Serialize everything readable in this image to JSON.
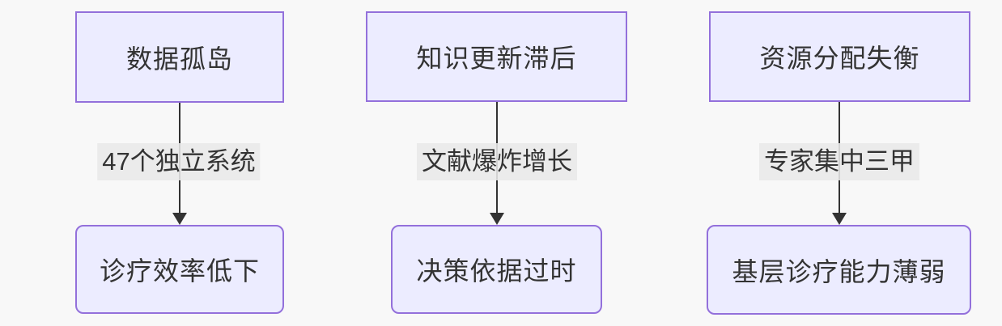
{
  "diagram": {
    "type": "flowchart",
    "direction": "top-down",
    "columns": [
      {
        "top": "数据孤岛",
        "edge_label": "47个独立系统",
        "bottom": "诊疗效率低下"
      },
      {
        "top": "知识更新滞后",
        "edge_label": "文献爆炸增长",
        "bottom": "决策依据过时"
      },
      {
        "top": "资源分配失衡",
        "edge_label": "专家集中三甲",
        "bottom": "基层诊疗能力薄弱"
      }
    ],
    "colors": {
      "background": "#F8F8F8",
      "node_fill": "#ECECFF",
      "node_border": "#9370DB",
      "text": "#333333",
      "arrow": "#333333",
      "edge_label_bg": "rgba(232,232,232,0.88)"
    }
  }
}
